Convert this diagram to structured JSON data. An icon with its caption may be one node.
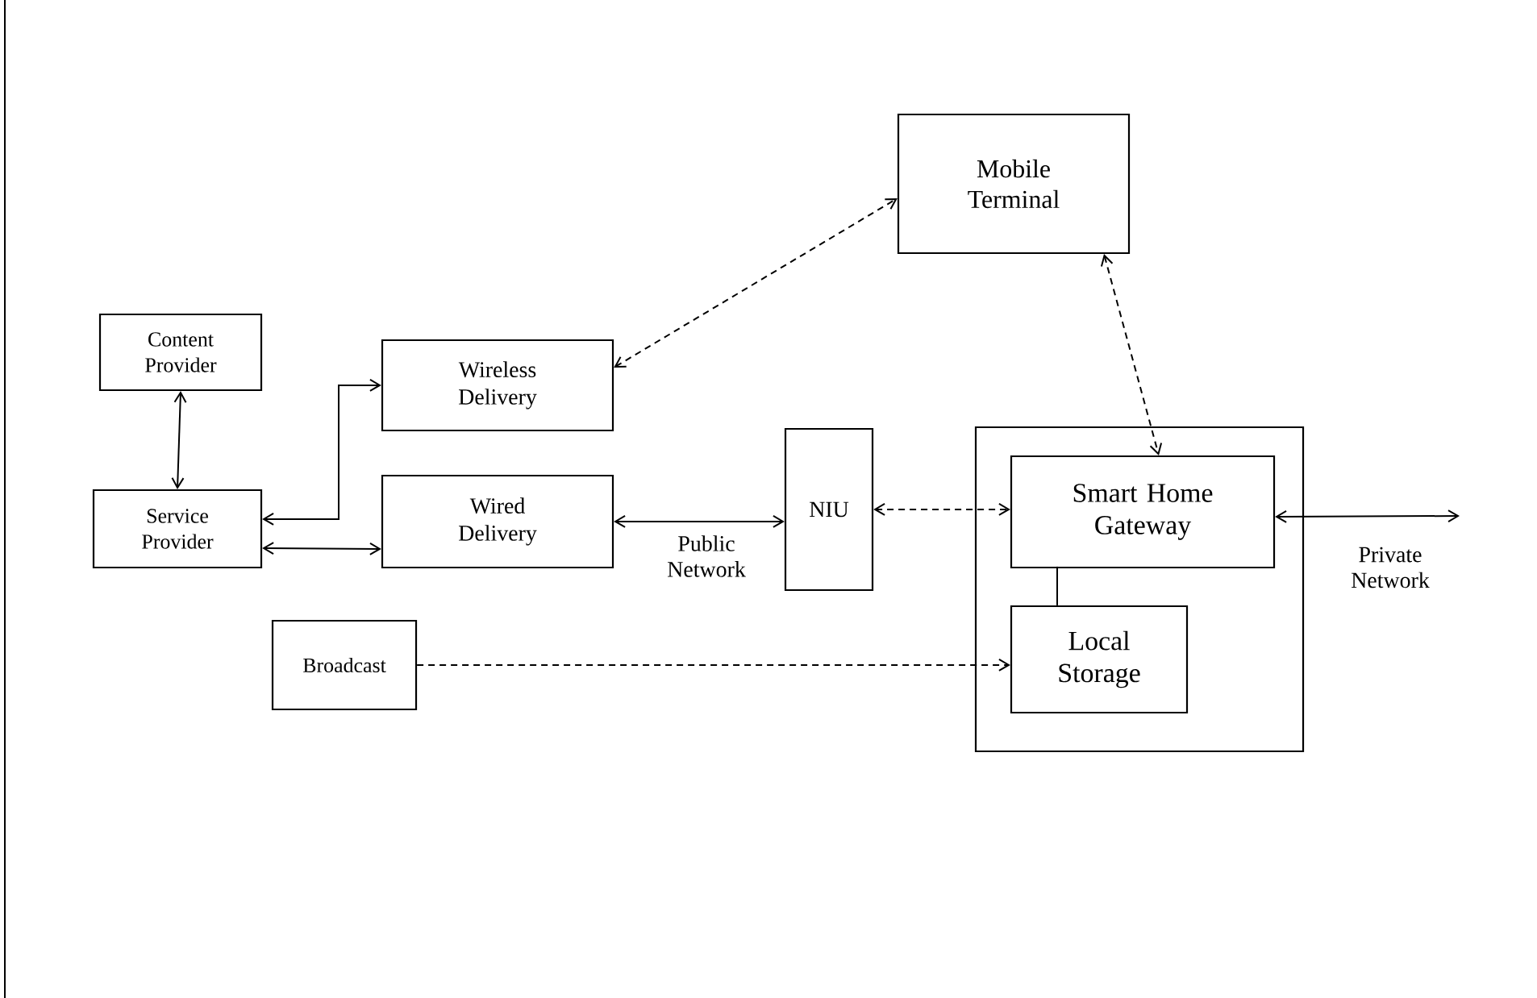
{
  "diagram": {
    "nodes": [
      {
        "text": [
          "Content Provider"
        ]
      },
      {
        "text": [
          "Service Provider"
        ]
      },
      {
        "text": [
          "Wireless Delivery"
        ]
      },
      {
        "text": [
          "Wired Delivery"
        ]
      },
      {
        "text": [
          "Mobile Terminal"
        ]
      },
      {
        "text": [
          "NIU"
        ]
      },
      {
        "text": [],
        "shape": "box"
      },
      {
        "text": [
          "Smart Home Gateway"
        ],
        "in": 6
      },
      {
        "text": [
          "Local Storage"
        ],
        "in": 6
      },
      {
        "text": [
          "Broadcast"
        ]
      }
    ],
    "edges": [
      {
        "from": 0,
        "to": 1,
        "arrow": "both"
      },
      {
        "from": 1,
        "to": 2,
        "arrow": "both"
      },
      {
        "from": 1,
        "to": 3,
        "arrow": "both"
      },
      {
        "from": 3,
        "to": 5,
        "arrow": "both",
        "label": "Public Network"
      },
      {
        "from": 2,
        "to": 4,
        "arrow": "both",
        "style": "dashed"
      },
      {
        "from": 4,
        "to": 7,
        "arrow": "both",
        "style": "dashed"
      },
      {
        "from": 5,
        "to": 7,
        "arrow": "both",
        "style": "dashed"
      },
      {
        "from": 7,
        "to": null,
        "arrow": "both",
        "label": "Private Network"
      },
      {
        "from": 7,
        "to": 8,
        "arrow": "none"
      },
      {
        "from": 9,
        "to": 8,
        "arrow": "to",
        "style": "dashed"
      }
    ]
  }
}
